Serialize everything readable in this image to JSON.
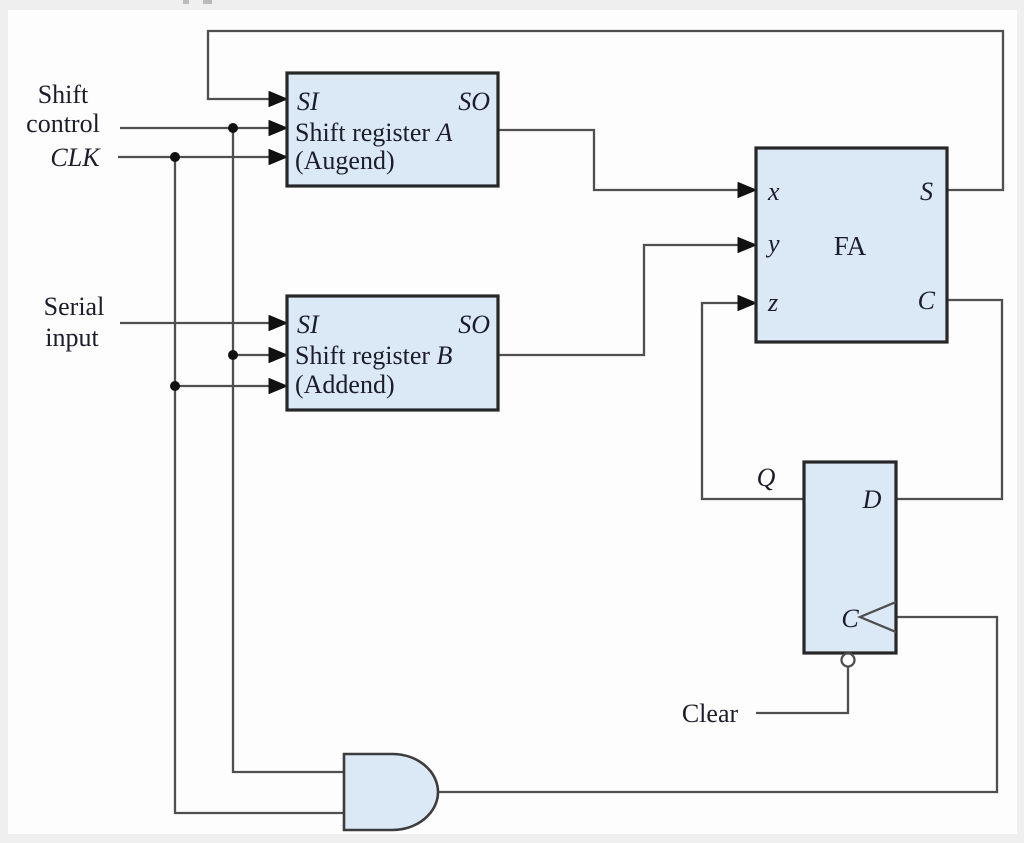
{
  "labels": {
    "shift_control_line1": "Shift",
    "shift_control_line2": "control",
    "clk": "CLK",
    "serial_input_line1": "Serial",
    "serial_input_line2": "input",
    "clear": "Clear"
  },
  "register_a": {
    "serial_in": "SI",
    "serial_out": "SO",
    "name_prefix": "Shift register ",
    "name_letter": "A",
    "subtitle": "(Augend)"
  },
  "register_b": {
    "serial_in": "SI",
    "serial_out": "SO",
    "name_prefix": "Shift register ",
    "name_letter": "B",
    "subtitle": "(Addend)"
  },
  "full_adder": {
    "name": "FA",
    "input_x": "x",
    "input_y": "y",
    "input_z": "z",
    "output_sum": "S",
    "output_carry": "C"
  },
  "flip_flop": {
    "input_d": "D",
    "clock": "C",
    "output_q": "Q"
  },
  "colors": {
    "page_bg": "#efefef",
    "canvas_bg": "#fdfdfd",
    "box_fill": "#dbe9f7",
    "box_border": "#272727",
    "gate_border": "#3c3c3c",
    "wire": "#4f4f4f",
    "arrow": "#111111",
    "text": "#1c1c2b"
  }
}
